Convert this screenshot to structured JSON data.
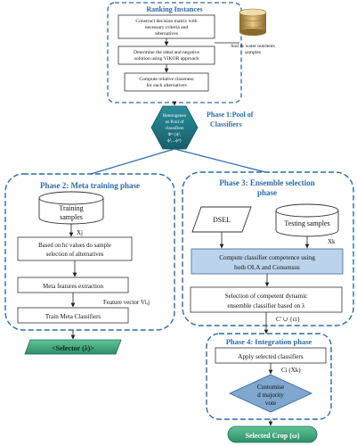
{
  "ranking": {
    "title": "Ranking Instances",
    "step1": [
      "Construct decision matrix with",
      "necessary criteria and",
      "alternatives"
    ],
    "step2": [
      "Determine the ideal and negative",
      "solution using VIKOR approach"
    ],
    "step3": [
      "Compute relative closeness",
      "for each alternatives"
    ],
    "db_label": [
      "Soil & water nutrients",
      "samples"
    ]
  },
  "phase1": {
    "hex_text": [
      "Heterogeneo",
      "us Pool of",
      "classifiers",
      "Φ={ϕ¹,",
      "ϕ²,...ϕⁿ}"
    ],
    "title": [
      "Phase 1:Pool of",
      "Classifiers"
    ]
  },
  "phase2": {
    "title": "Phase 2: Meta training phase",
    "training_samples": [
      "Training",
      "samples"
    ],
    "xj": "Xj",
    "selection": [
      "Based on hc values do sample",
      "selection of alternatives"
    ],
    "meta_features": "Meta features extraction",
    "feature_vector": "Feature vector Vi,j",
    "train": "Train Meta Classifiers",
    "selector": "<Selector (λ)>"
  },
  "phase3": {
    "title": [
      "Phase 3: Ensemble selection",
      "phase"
    ],
    "dsel": "DSEL",
    "testing": "Testing samples",
    "xk": "Xk",
    "compute": [
      "Compute classifier competence using",
      "both OLA and Consensus"
    ],
    "selection": [
      "Selection of competent dynamic",
      "ensemble classifier based on λ"
    ],
    "union": "C' ∪ {ci}"
  },
  "phase4": {
    "title": "Phase 4: Integration phase",
    "apply": "Apply selected classifiers",
    "ci": "Ci (Xk)",
    "vote": [
      "Customise",
      "d majority",
      "vote"
    ],
    "crop": "Selected Crop (ω)"
  },
  "colors": {
    "blue_dark": "#2e6aa6",
    "teal": "#1f7a87",
    "green": "#3aa37a",
    "light_box": "#bcd3ec"
  }
}
